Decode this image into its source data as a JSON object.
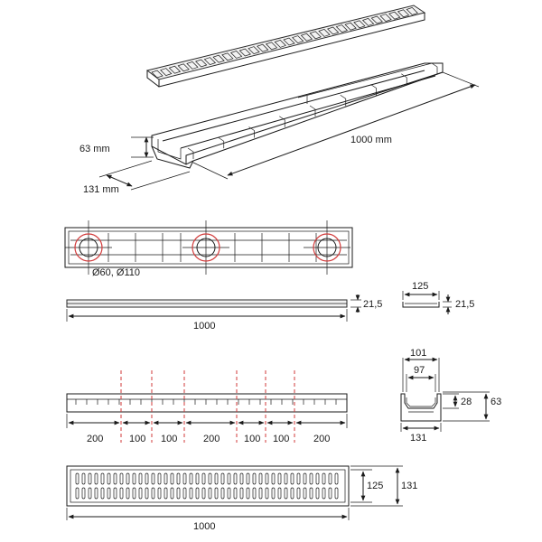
{
  "dimensions": {
    "iso_height": "63 mm",
    "iso_width": "131 mm",
    "iso_length": "1000 mm",
    "outlet_diameters": "Ø60, Ø110",
    "grate_thickness_side": "21,5",
    "grate_length": "1000",
    "grate_width_top": "125",
    "grate_thickness_section": "21,5",
    "section_outer_top": "101",
    "section_inner_top": "97",
    "section_inner_depth": "28",
    "section_height": "63",
    "section_bottom_width": "131",
    "segment_1": "200",
    "segment_2": "100",
    "segment_3": "100",
    "segment_4": "200",
    "segment_5": "100",
    "segment_6": "100",
    "segment_7": "200",
    "grate_width_plan": "125",
    "channel_width_plan": "131",
    "plan_length": "1000"
  },
  "colors": {
    "line": "#1a1a1a",
    "accent": "#d23a3a"
  }
}
